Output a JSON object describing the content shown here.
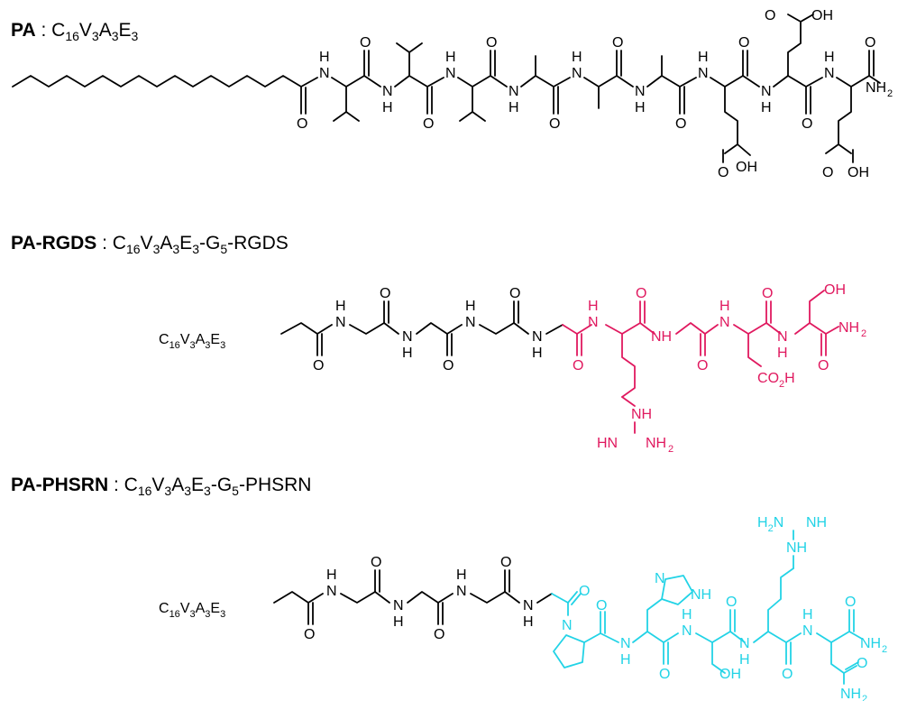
{
  "sections": [
    {
      "name": "PA",
      "formula": {
        "C": "C",
        "c": "16",
        "V": "V",
        "v": "3",
        "A": "A",
        "a": "3",
        "E": "E",
        "e": "3",
        "tail": ""
      }
    },
    {
      "name": "PA-RGDS",
      "formula": {
        "C": "C",
        "c": "16",
        "V": "V",
        "v": "3",
        "A": "A",
        "a": "3",
        "E": "E",
        "e": "3",
        "tail": "-G",
        "g": "5",
        "end": "-RGDS"
      }
    },
    {
      "name": "PA-PHSRN",
      "formula": {
        "C": "C",
        "c": "16",
        "V": "V",
        "v": "3",
        "A": "A",
        "a": "3",
        "E": "E",
        "e": "3",
        "tail": "-G",
        "g": "5",
        "end": "-PHSRN"
      }
    }
  ],
  "separator": " : ",
  "colors": {
    "rgds_highlight": "#e0195f",
    "phsrn_highlight": "#22d3e6",
    "backbone": "#000000"
  },
  "atoms": {
    "O": "O",
    "N": "N",
    "H": "H",
    "NH": "NH",
    "NH2": "NH2",
    "OH": "OH",
    "CO2H": "CO2H",
    "HN": "HN",
    "H2N": "H2N",
    "C": "C",
    "V": "V",
    "A": "A",
    "E": "E",
    "n16": "16",
    "n3": "3",
    "n2": "2"
  }
}
